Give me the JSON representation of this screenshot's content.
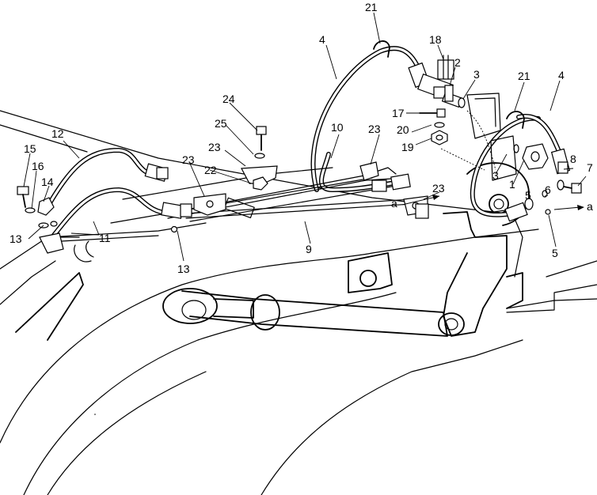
{
  "callouts": [
    {
      "id": "c21a",
      "label": "21"
    },
    {
      "id": "c18",
      "label": "18"
    },
    {
      "id": "c2",
      "label": "2"
    },
    {
      "id": "c3a",
      "label": "3"
    },
    {
      "id": "c4a",
      "label": "4"
    },
    {
      "id": "c21b",
      "label": "21"
    },
    {
      "id": "c4b",
      "label": "4"
    },
    {
      "id": "c17",
      "label": "17"
    },
    {
      "id": "c20",
      "label": "20"
    },
    {
      "id": "c19",
      "label": "19"
    },
    {
      "id": "c24",
      "label": "24"
    },
    {
      "id": "c25",
      "label": "25"
    },
    {
      "id": "c10",
      "label": "10"
    },
    {
      "id": "c23a",
      "label": "23"
    },
    {
      "id": "c23b",
      "label": "23"
    },
    {
      "id": "c23c",
      "label": "23"
    },
    {
      "id": "c23d",
      "label": "23"
    },
    {
      "id": "c22",
      "label": "22"
    },
    {
      "id": "c12",
      "label": "12"
    },
    {
      "id": "c15",
      "label": "15"
    },
    {
      "id": "c16",
      "label": "16"
    },
    {
      "id": "c14",
      "label": "14"
    },
    {
      "id": "c13a",
      "label": "13"
    },
    {
      "id": "c11",
      "label": "11"
    },
    {
      "id": "c13b",
      "label": "13"
    },
    {
      "id": "c9",
      "label": "9"
    },
    {
      "id": "ca1",
      "label": "a"
    },
    {
      "id": "c3b",
      "label": "3"
    },
    {
      "id": "c1",
      "label": "1"
    },
    {
      "id": "c5a",
      "label": "5"
    },
    {
      "id": "c6",
      "label": "6"
    },
    {
      "id": "c8",
      "label": "8"
    },
    {
      "id": "c7",
      "label": "7"
    },
    {
      "id": "ca2",
      "label": "a"
    },
    {
      "id": "c5b",
      "label": "5"
    }
  ]
}
